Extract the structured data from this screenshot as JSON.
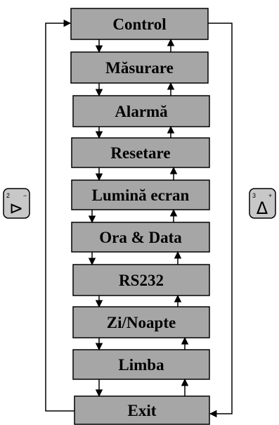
{
  "menu": {
    "items": [
      {
        "label": "Control"
      },
      {
        "label": "Măsurare"
      },
      {
        "label": "Alarmă"
      },
      {
        "label": "Resetare"
      },
      {
        "label": "Lumină ecran"
      },
      {
        "label": "Ora & Data"
      },
      {
        "label": "RS232"
      },
      {
        "label": "Zi/Noapte"
      },
      {
        "label": "Limba"
      },
      {
        "label": "Exit"
      }
    ]
  },
  "keys": {
    "down": {
      "number": "2",
      "sign": "−",
      "symbol": "⊳",
      "icon": "triangle-right-icon"
    },
    "up": {
      "number": "3",
      "sign": "+",
      "symbol": "Δ",
      "icon": "triangle-up-icon"
    }
  },
  "colors": {
    "box_fill": "#a6a6a6",
    "key_fill": "#c8c8c8",
    "line": "#000000"
  }
}
